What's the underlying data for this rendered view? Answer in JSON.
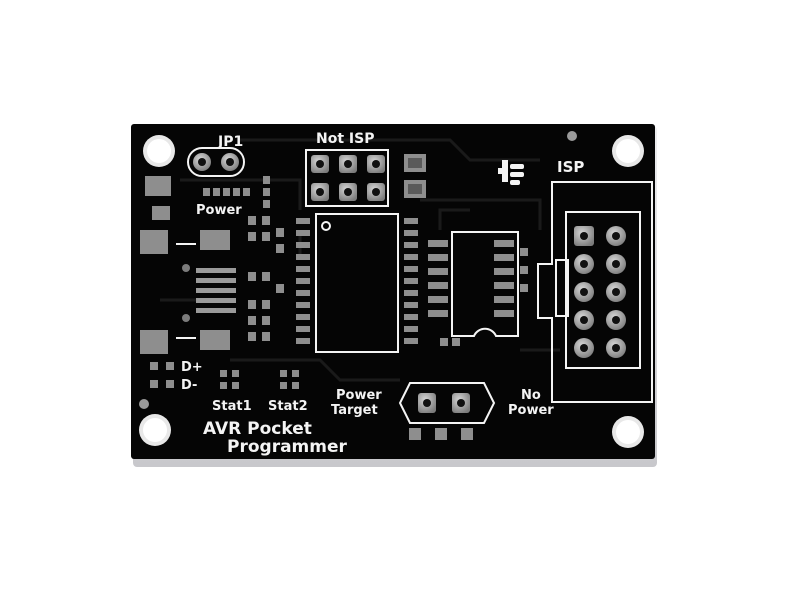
{
  "board": {
    "title_line1": "AVR Pocket",
    "title_line2": "Programmer",
    "jumper_label": "JP1",
    "jumper_sub_label": "Power",
    "not_isp_label": "Not ISP",
    "isp_label": "ISP",
    "led_d_plus": "D+",
    "led_d_minus": "D-",
    "stat1_label": "Stat1",
    "stat2_label": "Stat2",
    "switch_left_line1": "Power",
    "switch_left_line2": "Target",
    "switch_right_line1": "No",
    "switch_right_line2": "Power"
  },
  "colors": {
    "pcb": "#050505",
    "silkscreen": "#f4f4f4",
    "pad_metal": "#9a9a9a",
    "edge": "#d8d8dc"
  }
}
